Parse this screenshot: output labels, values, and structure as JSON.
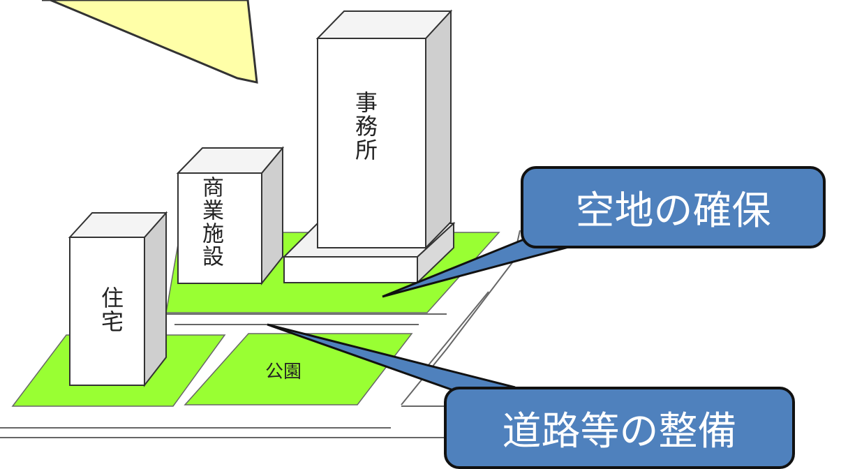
{
  "buildings": {
    "office": "事務所",
    "commercial": "商業施設",
    "housing": "住宅"
  },
  "park": "公園",
  "callouts": {
    "open_space": "空地の確保",
    "road": "道路等の整備"
  },
  "colors": {
    "green": "#99ff33",
    "yellow": "#ffffa8",
    "callout_blue": "#4f81bd",
    "callout_border": "#111111"
  }
}
